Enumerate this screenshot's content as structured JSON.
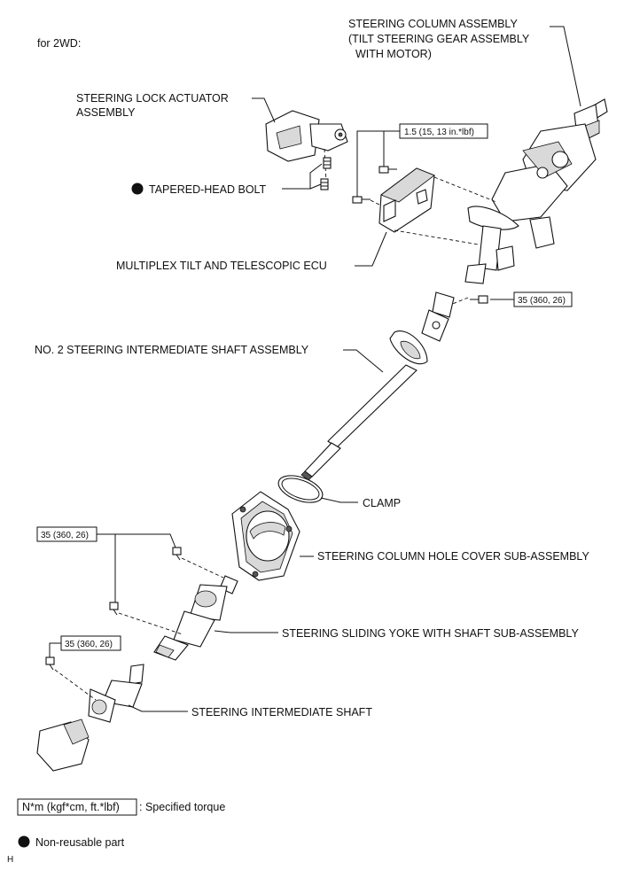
{
  "header": {
    "variant": "for 2WD:"
  },
  "labels": {
    "column_line1": "STEERING COLUMN ASSEMBLY",
    "column_line2": "(TILT STEERING GEAR ASSEMBLY",
    "column_line3": "WITH MOTOR)",
    "lock_line1": "STEERING LOCK ACTUATOR",
    "lock_line2": "ASSEMBLY",
    "tapered_bolt": "TAPERED-HEAD BOLT",
    "ecu": "MULTIPLEX TILT AND TELESCOPIC ECU",
    "intermediate_no2": "NO. 2 STEERING INTERMEDIATE SHAFT ASSEMBLY",
    "clamp": "CLAMP",
    "hole_cover": "STEERING COLUMN HOLE COVER SUB-ASSEMBLY",
    "sliding_yoke": "STEERING SLIDING YOKE WITH SHAFT SUB-ASSEMBLY",
    "intermediate": "STEERING INTERMEDIATE SHAFT"
  },
  "torque": {
    "ecu_bolts": "1.5 (15, 13 in.*lbf)",
    "column_bolt": "35 (360, 26)",
    "yoke_bolts": "35 (360, 26)",
    "shaft_bolt": "35 (360, 26)"
  },
  "legend": {
    "torque_box": "N*m (kgf*cm, ft.*lbf)",
    "torque_desc": ": Specified torque",
    "nonreusable": "Non-reusable part"
  },
  "footer": {
    "code": "H"
  }
}
